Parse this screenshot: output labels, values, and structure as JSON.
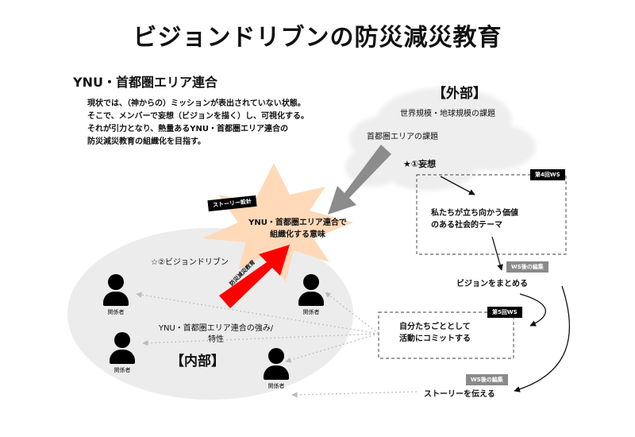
{
  "title": "ビジョンドリブンの防災減災教育",
  "organization": "YNU・首都圏エリア連合",
  "description": [
    "現状では、（神からの）ミッションが表出されていない状態。",
    "そこで、メンバーで妄想（ビジョンを描く）し、可視化する。",
    "それが引力となり、熱量あるYNU・首都圏エリア連合の",
    "防災減災教育の組織化を目指す。"
  ],
  "outer": {
    "label": "【外部】",
    "issues_world": "世界規模・地球規模の課題",
    "issues_metro": "首都圏エリアの課題"
  },
  "steps": {
    "delusion": "★①妄想",
    "ws4_tag": "第4回WS",
    "theme_line1": "私たちが立ち向かう価値",
    "theme_line2": "のある社会的テーマ",
    "after_ws4_tag": "WS後の編集",
    "summarize_vision": "ビジョンをまとめる",
    "ws5_tag": "第5回WS",
    "commit_line1": "自分たちごととして",
    "commit_line2": "活動にコミットする",
    "after_ws5_tag": "WS後の編集",
    "tell_story": "ストーリーを伝える"
  },
  "center": {
    "story_design_tag": "ストーリー設計",
    "meaning_line1": "YNU・首都圏エリア連合で",
    "meaning_line2": "組織化する意味",
    "arrow_label": "防災減災教育"
  },
  "inner": {
    "label": "【内部】",
    "vision_driven": "☆②ビジョンドリブン",
    "strengths_line1": "YNU・首都圏エリア連合の強み/",
    "strengths_line2": "特性",
    "stakeholder": "関係者"
  },
  "colors": {
    "red_arrow": "#ff0000",
    "gray_arrow": "#8c8c8c",
    "burst": "#ffd9b8",
    "ellipse": "#ececec",
    "cloud": "#eeeeee"
  }
}
